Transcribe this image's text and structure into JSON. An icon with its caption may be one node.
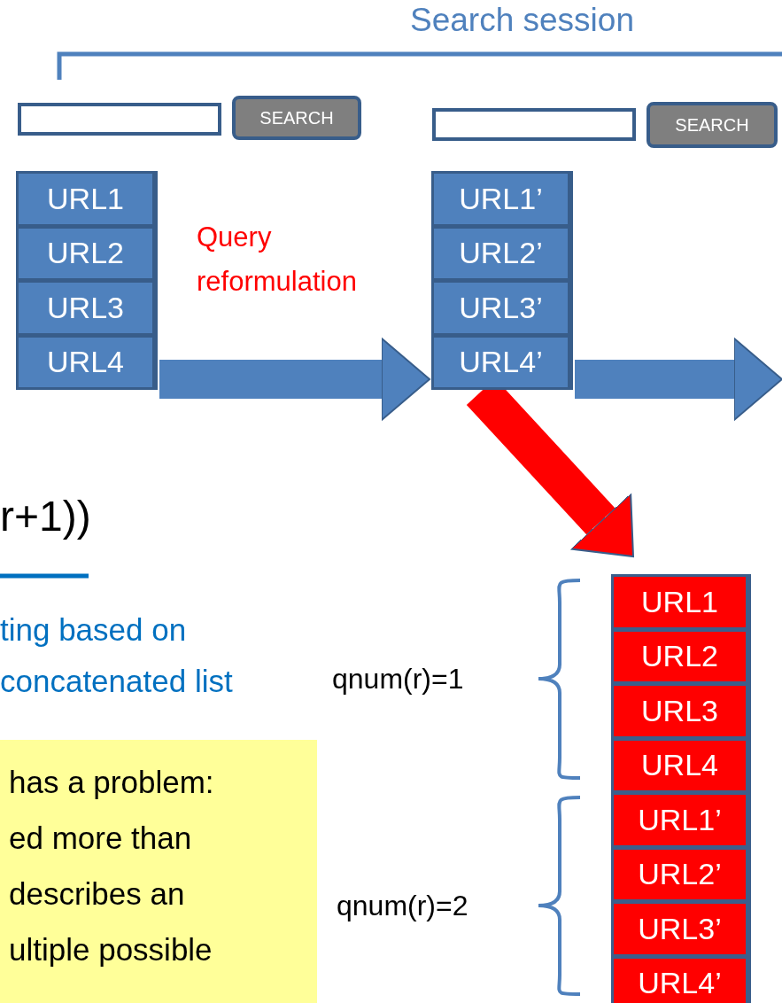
{
  "diagram": {
    "nodes": [
      {
        "text": [],
        "shape": "box"
      },
      {
        "text": [
          "SEARCH"
        ]
      },
      {
        "text": [],
        "shape": "box"
      },
      {
        "text": [
          "SEARCH"
        ]
      },
      {
        "text": [],
        "shape": "box"
      },
      {
        "text": [
          "URL1"
        ],
        "in": 4
      },
      {
        "text": [
          "URL2"
        ],
        "in": 4
      },
      {
        "text": [
          "URL3"
        ],
        "in": 4
      },
      {
        "text": [
          "URL4"
        ],
        "in": 4
      },
      {
        "text": [],
        "shape": "box"
      },
      {
        "text": [
          "URL1’"
        ],
        "in": 9
      },
      {
        "text": [
          "URL2’"
        ],
        "in": 9
      },
      {
        "text": [
          "URL3’"
        ],
        "in": 9
      },
      {
        "text": [
          "URL4’"
        ],
        "in": 9
      },
      {
        "text": [],
        "shape": "box"
      },
      {
        "text": [
          "URL1"
        ],
        "in": 14
      },
      {
        "text": [
          "URL2"
        ],
        "in": 14
      },
      {
        "text": [
          "URL3"
        ],
        "in": 14
      },
      {
        "text": [
          "URL4"
        ],
        "in": 14
      },
      {
        "text": [
          "URL1’"
        ],
        "in": 14
      },
      {
        "text": [
          "URL2’"
        ],
        "in": 14
      },
      {
        "text": [
          "URL3’"
        ],
        "in": 14
      },
      {
        "text": [
          "URL4’"
        ],
        "in": 14
      },
      {
        "text": [
          "has a problem: ed more than describes an ultiple possible"
        ]
      }
    ],
    "edges": [
      {
        "from": 4,
        "to": 9,
        "arrow": "to",
        "label": "Query reformulation"
      },
      {
        "from": 9,
        "to": null,
        "arrow": "to"
      },
      {
        "from": 9,
        "to": 14,
        "arrow": "to",
        "color": "#ff0000"
      }
    ],
    "labels": [
      "Search session",
      "r+1))",
      "ting based on concatenated list",
      "qnum(r)=1",
      "qnum(r)=2"
    ]
  }
}
